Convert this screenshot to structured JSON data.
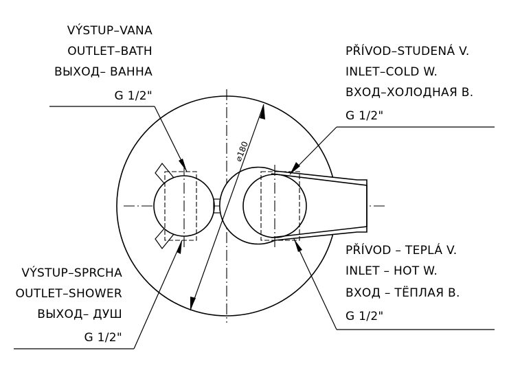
{
  "labels": {
    "bath_outlet": {
      "line1": "VÝSTUP–VANA",
      "line2": "OUTLET–BATH",
      "line3": "ВЫХОД– ВАННА",
      "size": "G 1/2\""
    },
    "cold_inlet": {
      "line1": "PŘÍVOD–STUDENÁ V.",
      "line2": "INLET–COLD W.",
      "line3": "ВХОД–ХОЛОДНАЯ В.",
      "size": "G 1/2\""
    },
    "hot_inlet": {
      "line1": "PŘÍVOD – TEPLÁ V.",
      "line2": "INLET – HOT W.",
      "line3": "ВХОД – ТЁПЛАЯ В.",
      "size": "G 1/2\""
    },
    "shower_outlet": {
      "line1": "VÝSTUP–SPRCHA",
      "line2": "OUTLET–SHOWER",
      "line3": "ВЫХОД– ДУШ",
      "size": "G 1/2\""
    }
  },
  "dimension": {
    "diameter": "⌀180"
  },
  "colors": {
    "line": "#000000",
    "background": "#ffffff"
  }
}
